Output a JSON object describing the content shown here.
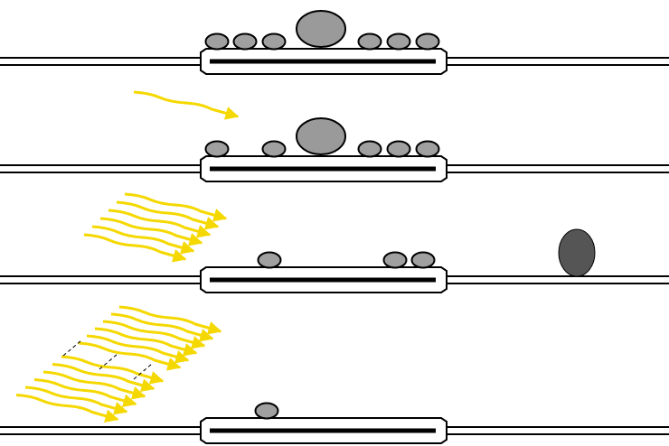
{
  "colors": {
    "background": "#ffffff",
    "outline": "#000000",
    "small_particle": "#a0a0a0",
    "large_particle": "#9a9a9a",
    "detached_particle": "#555555",
    "photon": "#f5d800",
    "dashed_link": "#000000"
  },
  "panels": [
    {
      "id": "panel-1",
      "photon_count": 0,
      "left_particles": 3,
      "large_particle_attached": true,
      "right_particles": 3,
      "detached_particle": false,
      "dashed_links": 0
    },
    {
      "id": "panel-2",
      "photon_count": 1,
      "left_particles": 2,
      "large_particle_attached": true,
      "right_particles": 3,
      "detached_particle": false,
      "dashed_links": 0
    },
    {
      "id": "panel-3",
      "photon_count": 6,
      "left_particles": 1,
      "large_particle_attached": false,
      "right_particles": 2,
      "detached_particle": true,
      "dashed_links": 0
    },
    {
      "id": "panel-4",
      "photon_count": 12,
      "left_particles": 1,
      "large_particle_attached": false,
      "right_particles": 0,
      "detached_particle": false,
      "dashed_links": 3
    }
  ]
}
